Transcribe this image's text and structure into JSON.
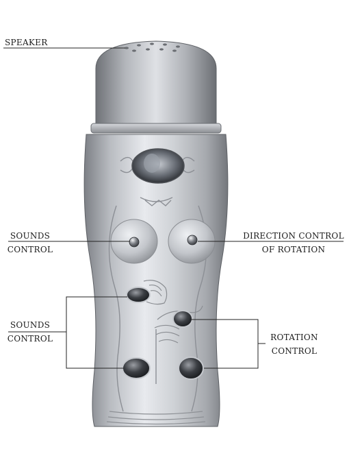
{
  "labels": {
    "speaker": "SPEAKER",
    "sounds_control_1": {
      "line1": "SOUNDS",
      "line2": "CONTROL"
    },
    "direction_control": {
      "line1": "DIRECTION CONTROL",
      "line2": "OF ROTATION"
    },
    "sounds_control_2": {
      "line1": "SOUNDS",
      "line2": "CONTROL"
    },
    "rotation_control": {
      "line1": "ROTATION",
      "line2": "CONTROL"
    }
  },
  "colors": {
    "body_light": "#e2e4e8",
    "body_mid": "#b7babf",
    "body_dark": "#8e9197",
    "leader_line": "#222222",
    "button_dark": "#2a2c30",
    "button_ring": "#c9ccd1"
  }
}
